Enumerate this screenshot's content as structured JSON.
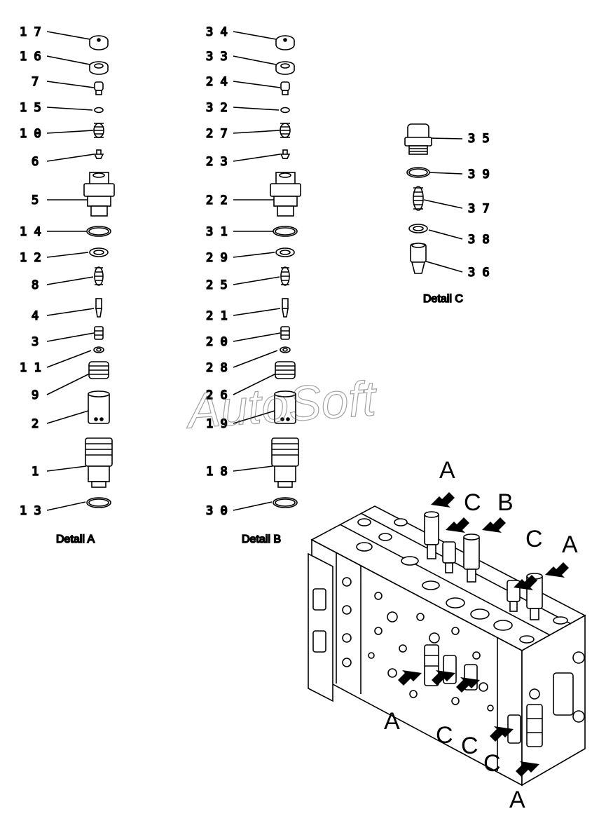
{
  "detail_a": {
    "caption": "Detail A",
    "parts": [
      "1 7",
      "1 6",
      "7",
      "1 5",
      "1 0",
      "6",
      "5",
      "1 4",
      "1 2",
      "8",
      "4",
      "3",
      "1 1",
      "9",
      "2",
      "1",
      "1 3"
    ]
  },
  "detail_b": {
    "caption": "Detail B",
    "parts": [
      "3 4",
      "3 3",
      "2 4",
      "3 2",
      "2 7",
      "2 3",
      "2 2",
      "3 1",
      "2 9",
      "2 5",
      "2 1",
      "2 0",
      "2 8",
      "2 6",
      "1 9",
      "1 8",
      "3 0"
    ]
  },
  "detail_c": {
    "caption": "Detail C",
    "parts": [
      "3 5",
      "3 9",
      "3 7",
      "3 8",
      "3 6"
    ]
  },
  "view_markers": [
    "A",
    "C",
    "B",
    "C",
    "A",
    "A",
    "C",
    "C",
    "C",
    "A"
  ],
  "watermark": "AutoSoft"
}
